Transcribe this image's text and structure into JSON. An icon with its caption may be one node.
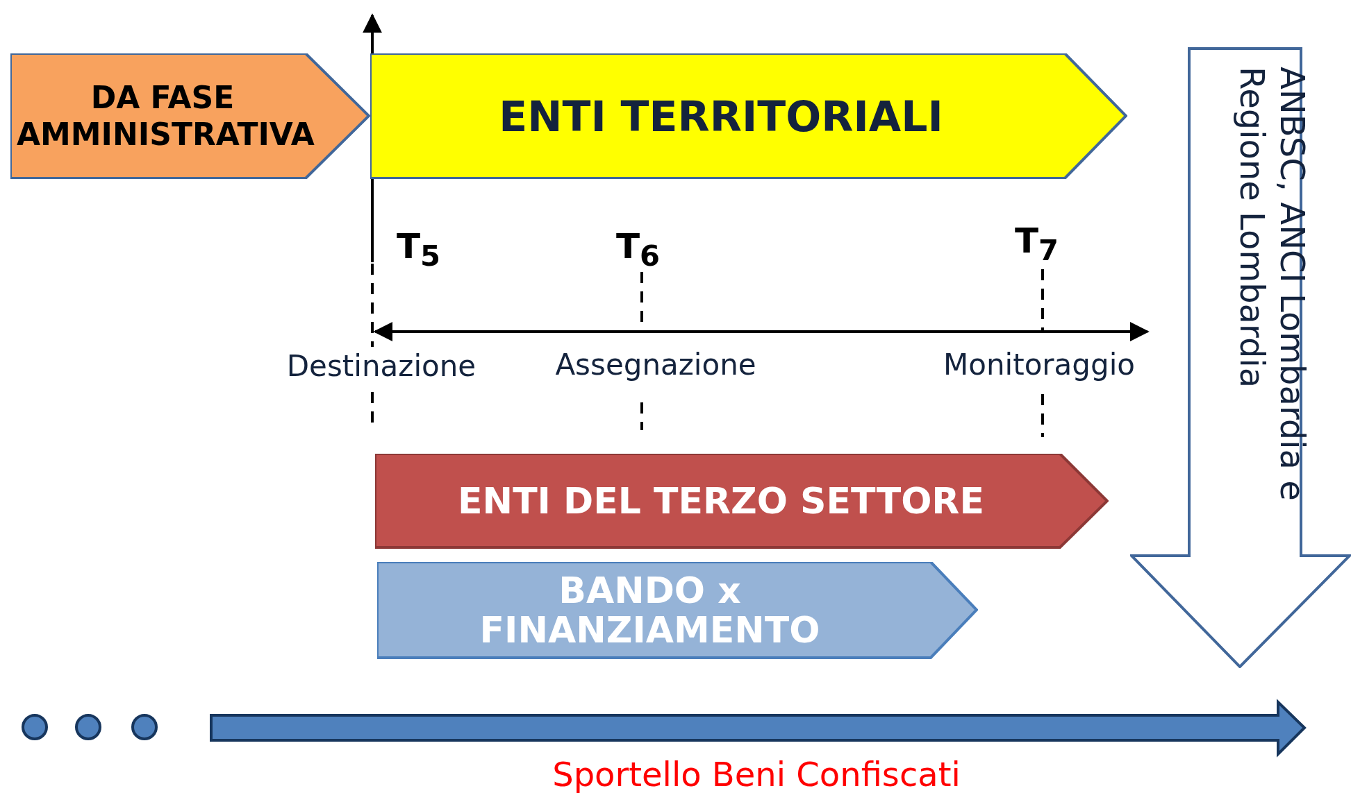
{
  "diagram": {
    "nodes": [
      {
        "text": [
          "DA FASE AMMINISTRATIVA"
        ]
      },
      {
        "text": [
          "ENTI TERRITORIALI"
        ]
      },
      {
        "text": [
          "ENTI DEL TERZO SETTORE"
        ]
      },
      {
        "text": [
          "BANDO x FINANZIAMENTO"
        ]
      },
      {
        "text": [
          "ANBSC, ANCI Lombardia e Regione Lombardia"
        ]
      }
    ],
    "labels": [
      "T$_{5}$",
      "T$_{6}$",
      "T$_{7}$",
      "Destinazione",
      "Assegnazione",
      "Monitoraggio",
      "Sportello Beni Confiscati"
    ]
  }
}
